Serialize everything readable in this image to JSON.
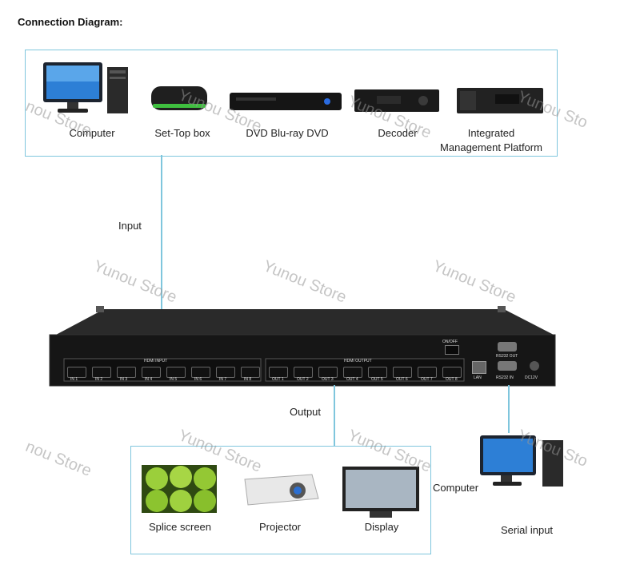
{
  "title": "Connection Diagram:",
  "sources": [
    {
      "label": "Computer"
    },
    {
      "label": "Set-Top box"
    },
    {
      "label": "DVD Blu-ray DVD"
    },
    {
      "label": "Decoder"
    },
    {
      "label": "Integrated Management Platform"
    }
  ],
  "labels": {
    "input": "Input",
    "output": "Output",
    "computer": "Computer",
    "serial_input": "Serial input"
  },
  "outputs": [
    {
      "label": "Splice screen"
    },
    {
      "label": "Projector"
    },
    {
      "label": "Display"
    }
  ],
  "device": {
    "hdmi_input": "HDMI INPUT",
    "hdmi_output": "HDMI OUTPUT",
    "on_off": "ON/OFF",
    "inputs": [
      "IN 1",
      "IN 2",
      "IN 3",
      "IN 4",
      "IN 5",
      "IN 6",
      "IN 7",
      "IN 8"
    ],
    "outputs": [
      "OUT 1",
      "OUT 2",
      "OUT 3",
      "OUT 4",
      "OUT 5",
      "OUT 6",
      "OUT 7",
      "OUT 8"
    ],
    "lan": "LAN",
    "rs232_out": "RS232 OUT",
    "rs232_in": "RS232 IN",
    "dc": "DC12V"
  },
  "watermark": "Yunou Store",
  "watermark_partial_left": "nou Store",
  "watermark_partial_right": "Yunou Sto"
}
